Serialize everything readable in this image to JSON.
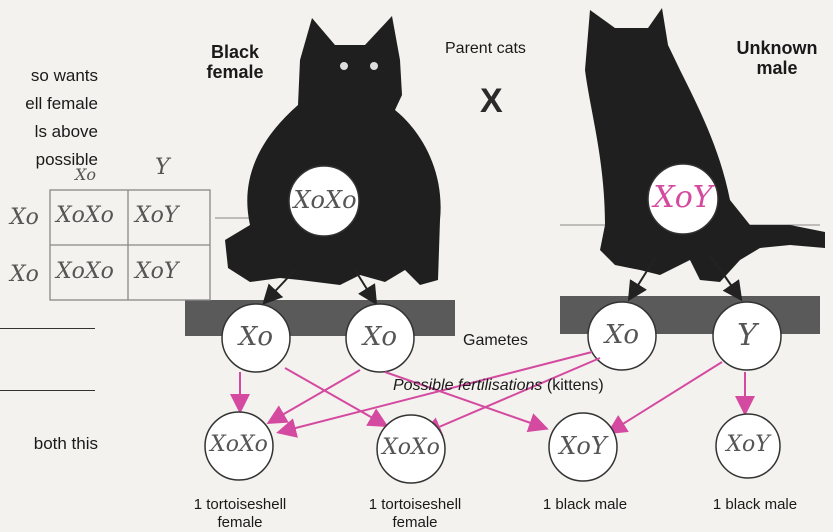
{
  "left_text": [
    "so wants",
    "ell female",
    "ls above",
    "possible"
  ],
  "bottom_left_text": "both this",
  "header": {
    "black_female": [
      "Black",
      "female"
    ],
    "parent_cats": "Parent cats",
    "cross": "X",
    "unknown_male": [
      "Unknown",
      "male"
    ]
  },
  "punnett": {
    "col_headers": [
      "Xo",
      "Y"
    ],
    "row_headers": [
      "Xo",
      "Xo"
    ],
    "cells": [
      [
        "XoXo",
        "XoY"
      ],
      [
        "XoXo",
        "XoY"
      ]
    ]
  },
  "parents": {
    "female_genotype": "XoXo",
    "male_genotype": "XoY"
  },
  "gametes_label": "Gametes",
  "gametes": [
    "Xo",
    "Xo",
    "Xo",
    "Y"
  ],
  "fertilisations_label": "Possible fertilisations",
  "fertilisations_suffix": "(kittens)",
  "kittens": [
    {
      "genotype": "XoXo",
      "label": [
        "1 tortoiseshell",
        "female"
      ]
    },
    {
      "genotype": "XoXo",
      "label": [
        "1 tortoiseshell",
        "female"
      ]
    },
    {
      "genotype": "XoY",
      "label": [
        "1 black male"
      ]
    },
    {
      "genotype": "XoY",
      "label": [
        "1 black male"
      ]
    }
  ],
  "colors": {
    "cat": "#1f1f1f",
    "pink_ink": "#d44aa0",
    "ledge": "#555555"
  }
}
